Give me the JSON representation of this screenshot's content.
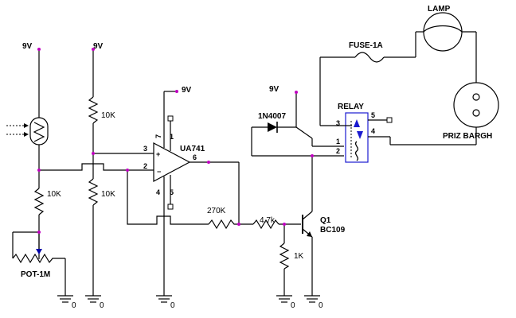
{
  "labels": {
    "supply_left": "9V",
    "supply_mid": "9V",
    "supply_opamp": "9V",
    "supply_relay": "9V",
    "gnd": "0"
  },
  "components": {
    "r1": "10K",
    "r2": "10K",
    "r3": "10K",
    "pot": "POT-1M",
    "opamp": "UA741",
    "r_feedback": "270K",
    "r_base": "4.7k",
    "r_pulldown": "1K",
    "q1": "Q1",
    "q1_type": "BC109",
    "diode": "1N4007",
    "relay": "RELAY",
    "fuse": "FUSE-1A",
    "lamp": "LAMP",
    "socket": "PRIZ BARGH"
  },
  "colors": {
    "wire": "#000000",
    "junction": "#c000c0",
    "relay_outline": "#1a1ad0",
    "background": "#ffffff"
  }
}
